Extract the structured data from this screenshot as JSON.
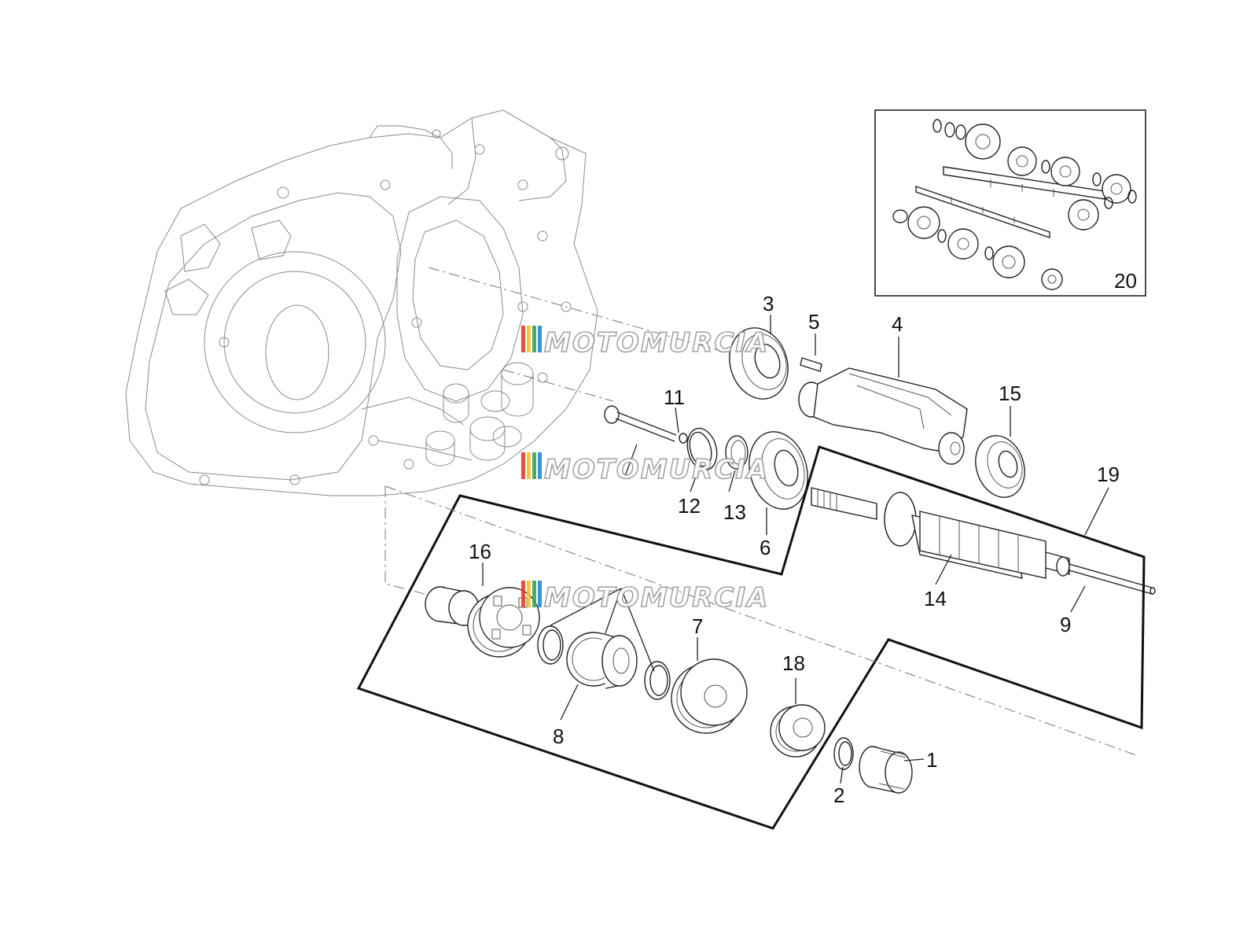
{
  "watermark": {
    "text": "MOTOMURCIA",
    "colors": [
      "#e53935",
      "#fbc02d",
      "#43a047",
      "#1e88e5"
    ]
  },
  "callouts": [
    {
      "id": "3",
      "label": "3"
    },
    {
      "id": "5",
      "label": "5"
    },
    {
      "id": "4",
      "label": "4"
    },
    {
      "id": "15",
      "label": "15"
    },
    {
      "id": "11",
      "label": "11"
    },
    {
      "id": "12",
      "label": "12"
    },
    {
      "id": "13",
      "label": "13"
    },
    {
      "id": "6",
      "label": "6"
    },
    {
      "id": "19",
      "label": "19"
    },
    {
      "id": "14",
      "label": "14"
    },
    {
      "id": "9",
      "label": "9"
    },
    {
      "id": "16",
      "label": "16"
    },
    {
      "id": "7",
      "label": "7"
    },
    {
      "id": "8",
      "label": "8"
    },
    {
      "id": "18",
      "label": "18"
    },
    {
      "id": "1",
      "label": "1"
    },
    {
      "id": "2",
      "label": "2"
    },
    {
      "id": "20",
      "label": "20"
    }
  ]
}
